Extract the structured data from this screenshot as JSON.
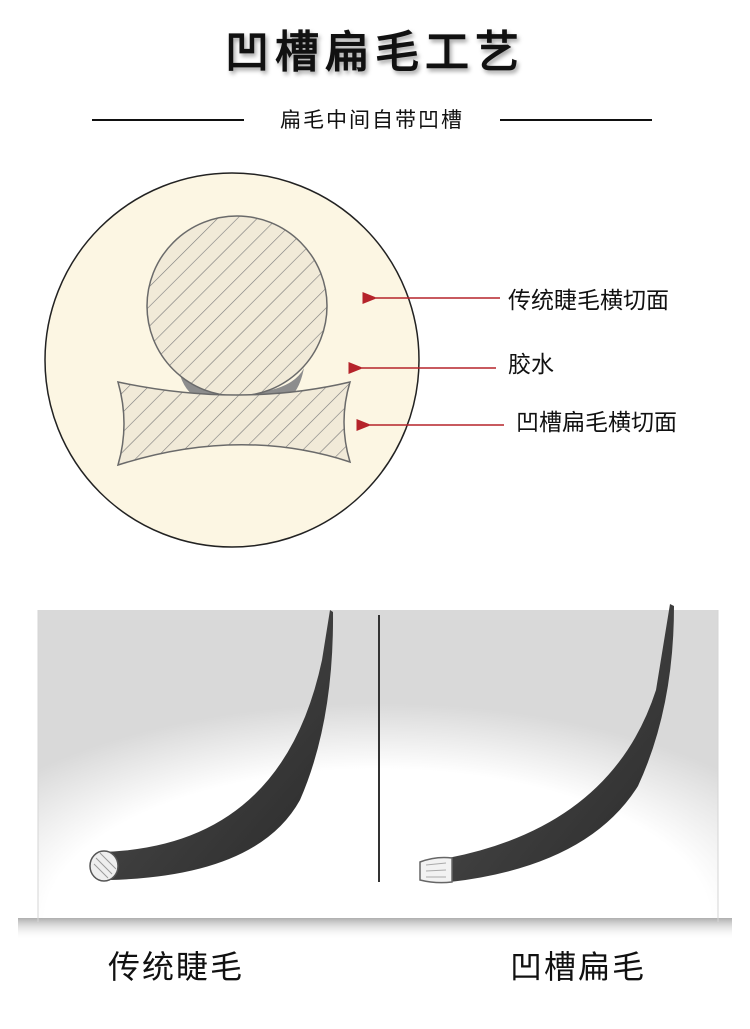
{
  "title": "凹槽扁毛工艺",
  "subtitle": "扁毛中间自带凹槽",
  "labels": {
    "traditional_cross_section": "传统睫毛横切面",
    "glue": "胶水",
    "groove_cross_section": "凹槽扁毛横切面"
  },
  "captions": {
    "traditional": "传统睫毛",
    "groove": "凹槽扁毛"
  },
  "colors": {
    "circle_fill": "#fcf6e3",
    "arrow": "#b5232a",
    "lash_fill": "#4a4a4a",
    "hatch": "#7a7a7a"
  },
  "icons": [
    "lash-cross-section-icon",
    "glue-icon",
    "flat-lash-cross-section-icon"
  ]
}
